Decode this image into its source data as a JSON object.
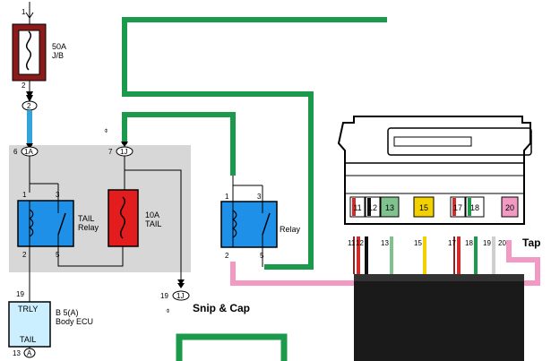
{
  "fuse": {
    "rating": "50A",
    "location": "J/B",
    "pin_top": "1",
    "pin_bottom": "2"
  },
  "connectors": {
    "c2": "2",
    "c1A": "1A",
    "c1J_top": "1J",
    "c1J_bottom": "1J",
    "cA": "A"
  },
  "pin_numbers": {
    "p6": "6",
    "p7": "7",
    "tail_relay_1": "1",
    "tail_relay_3": "3",
    "tail_relay_2": "2",
    "tail_relay_5": "5",
    "ecu_19": "19",
    "ecu_13": "13",
    "conn_19": "19",
    "relay_1": "1",
    "relay_3": "3",
    "relay_2": "2",
    "relay_5": "5"
  },
  "tail_relay": {
    "label_line1": "TAIL",
    "label_line2": "Relay"
  },
  "tail_fuse": {
    "label_line1": "10A",
    "label_line2": "TAIL"
  },
  "body_ecu": {
    "label_top": "TRLY",
    "label_bottom": "TAIL",
    "ref_line1": "B 5(A)",
    "ref_line2": "Body ECU"
  },
  "added_relay": {
    "label": "Relay"
  },
  "annotations": {
    "snip_cap": "Snip & Cap",
    "tap": "Tap"
  },
  "harness": {
    "cavities": [
      {
        "num": "11",
        "color": "#d42a2a"
      },
      {
        "num": "12",
        "color": "#111111"
      },
      {
        "num": "13",
        "color": "#7fc28e"
      },
      {
        "num": "15",
        "color": "#f2d100"
      },
      {
        "num": "17",
        "color": "#d42a2a"
      },
      {
        "num": "18",
        "color": "#1a9a4a"
      },
      {
        "num": "20",
        "color": "#f29ac3"
      }
    ],
    "wire_numbers": [
      "11",
      "12",
      "13",
      "15",
      "17",
      "18",
      "19",
      "20"
    ]
  },
  "colors": {
    "green_wire": "#1a9a4a",
    "pink_wire": "#f29ac3",
    "blue_wire": "#35a4db",
    "relay_blue": "#1e90e8",
    "fuse_red": "#e31d1d",
    "fuse_dark": "#8b1a1a",
    "gray_box": "#d7d7d7",
    "ecu_fill": "#ccefff"
  }
}
